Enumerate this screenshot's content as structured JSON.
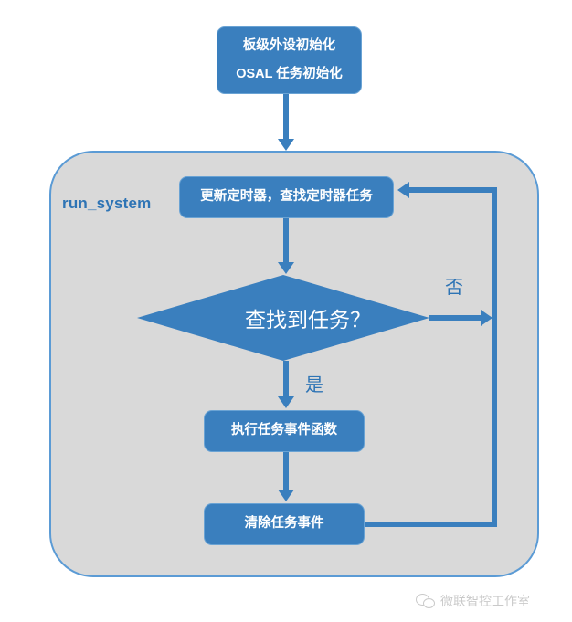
{
  "diagram": {
    "title": "run_system OSAL task loop flowchart",
    "colors": {
      "box_fill": "#3a7fbe",
      "box_border": "#6aa3d4",
      "container_fill": "#d9d9d9",
      "container_border": "#5b9bd5",
      "connector": "#3a7fbe",
      "label_text": "#2e74b5",
      "box_text": "#ffffff",
      "watermark": "#8a8a8a"
    },
    "group": {
      "label": "run_system"
    },
    "nodes": {
      "init": {
        "shape": "rounded-rect",
        "line1": "板级外设初始化",
        "line2": "OSAL 任务初始化"
      },
      "timer": {
        "shape": "rounded-rect",
        "text": "更新定时器，查找定时器任务"
      },
      "decision": {
        "shape": "diamond",
        "text": "查找到任务？"
      },
      "exec": {
        "shape": "rounded-rect",
        "text": "执行任务事件函数"
      },
      "clear": {
        "shape": "rounded-rect",
        "text": "清除任务事件"
      }
    },
    "branches": {
      "no": "否",
      "yes": "是"
    },
    "watermark": {
      "icon": "wechat-icon",
      "text": "微联智控工作室"
    }
  }
}
